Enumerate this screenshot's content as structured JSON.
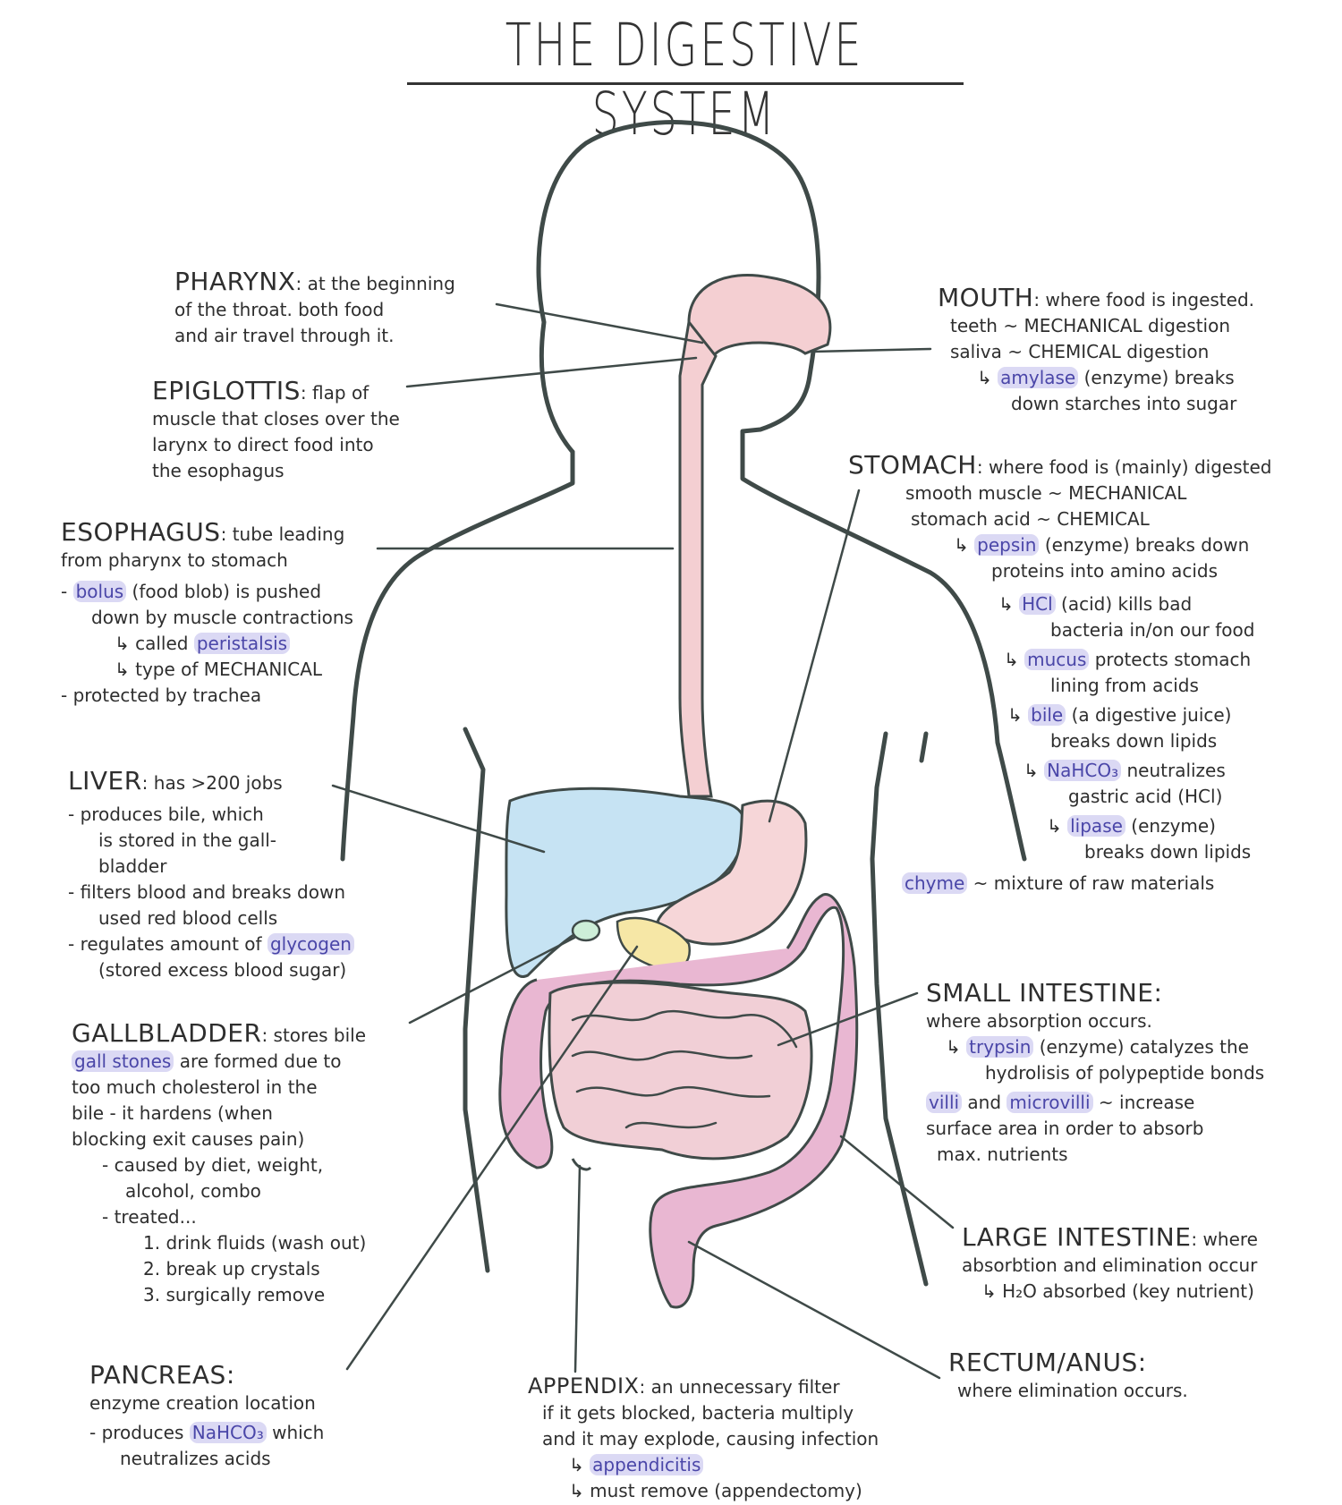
{
  "title": "THE DIGESTIVE SYSTEM",
  "colors": {
    "outline": "#3f4a48",
    "esophagus_mouth": "#f4cfd2",
    "liver": "#c6e3f3",
    "stomach": "#f6d6d8",
    "pancreas": "#f6e7a6",
    "gallbladder": "#cdeed8",
    "small_intestine": "#f1cfd6",
    "large_intestine": "#e9b7d2",
    "highlight": "#b0aae6"
  },
  "notes": {
    "pharynx": {
      "head": "PHARYNX",
      "lines": [
        "at the beginning",
        "of the throat. both food",
        "and air travel through it."
      ]
    },
    "epiglottis": {
      "head": "EPIGLOTTIS",
      "lines": [
        "flap of",
        "muscle that closes over the",
        "larynx to direct food into",
        "the esophagus"
      ]
    },
    "esophagus": {
      "head": "ESOPHAGUS",
      "lines": [
        "tube leading",
        "from pharynx to stomach"
      ],
      "bolus_hl": "bolus",
      "bolus_rest": "(food blob) is pushed",
      "bolus_line2": "down by muscle contractions",
      "called": "↳ called",
      "peristalsis_hl": "peristalsis",
      "type": "↳ type of MECHANICAL",
      "protected": "- protected by trachea"
    },
    "liver": {
      "head": "LIVER",
      "lines": [
        "has >200 jobs"
      ],
      "b1": "- produces bile, which",
      "b1a": "is stored in the gall-",
      "b1b": "bladder",
      "b2": "- filters blood and breaks down",
      "b2a": "used red blood cells",
      "b3": "- regulates amount of",
      "glycogen_hl": "glycogen",
      "b3a": "(stored excess blood sugar)"
    },
    "gallbladder": {
      "head": "GALLBLADDER",
      "lines": [
        "stores bile"
      ],
      "stones_hl": "gall stones",
      "stones_rest": "are formed due to",
      "l2": "too much cholesterol in the",
      "l3": "bile - it hardens (when",
      "l4": "blocking exit causes pain)",
      "l5": "- caused by diet, weight,",
      "l6": "alcohol, combo",
      "l7": "- treated...",
      "t1": "1. drink fluids (wash out)",
      "t2": "2. break up crystals",
      "t3": "3. surgically remove"
    },
    "pancreas": {
      "head": "PANCREAS:",
      "l1": "enzyme creation location",
      "l2a": "- produces",
      "nahco3_hl": "NaHCO₃",
      "l2b": "which",
      "l3": "neutralizes acids"
    },
    "appendix": {
      "head": "APPENDIX",
      "l1": "an unnecessary filter",
      "l2": "if it gets blocked, bacteria multiply",
      "l3": "and it may explode, causing infection",
      "appendicitis_hl": "appendicitis",
      "l5": "↳ must remove (appendectomy)"
    },
    "mouth": {
      "head": "MOUTH",
      "l1": "where food is ingested.",
      "l2": "teeth ~ MECHANICAL digestion",
      "l3": "saliva ~ CHEMICAL digestion",
      "amylase_hl": "amylase",
      "l4": "(enzyme) breaks",
      "l5": "down starches into sugar"
    },
    "stomach": {
      "head": "STOMACH",
      "l1": "where food is (mainly) digested",
      "l2": "smooth muscle ~ MECHANICAL",
      "l3": "stomach acid ~ CHEMICAL",
      "pepsin_hl": "pepsin",
      "l4": "(enzyme) breaks down",
      "l5": "proteins into amino acids",
      "hcl_hl": "HCl",
      "l6": "(acid) kills bad",
      "l7": "bacteria in/on our food",
      "mucus_hl": "mucus",
      "l8": "protects stomach",
      "l9": "lining from acids",
      "bile_hl": "bile",
      "l10": "(a digestive juice)",
      "l11": "breaks down lipids",
      "nahco3_hl": "NaHCO₃",
      "l12": "neutralizes",
      "l13": "gastric acid (HCl)",
      "lipase_hl": "lipase",
      "l14": "(enzyme)",
      "l15": "breaks down lipids",
      "chyme_hl": "chyme",
      "l16": "~ mixture of raw materials"
    },
    "small_intestine": {
      "head": "SMALL INTESTINE:",
      "l1": "where absorption occurs.",
      "trypsin_hl": "trypsin",
      "l2": "(enzyme) catalyzes the",
      "l3": "hydrolisis of polypeptide bonds",
      "villi_hl": "villi",
      "and": "and",
      "microvilli_hl": "microvilli",
      "l4": "~ increase",
      "l5": "surface area in order to absorb",
      "l6": "max. nutrients"
    },
    "large_intestine": {
      "head": "LARGE INTESTINE",
      "l0": "where",
      "l1": "absorbtion and elimination occur",
      "l2": "↳ H₂O absorbed (key nutrient)"
    },
    "rectum": {
      "head": "RECTUM/ANUS:",
      "l1": "where elimination occurs."
    }
  }
}
